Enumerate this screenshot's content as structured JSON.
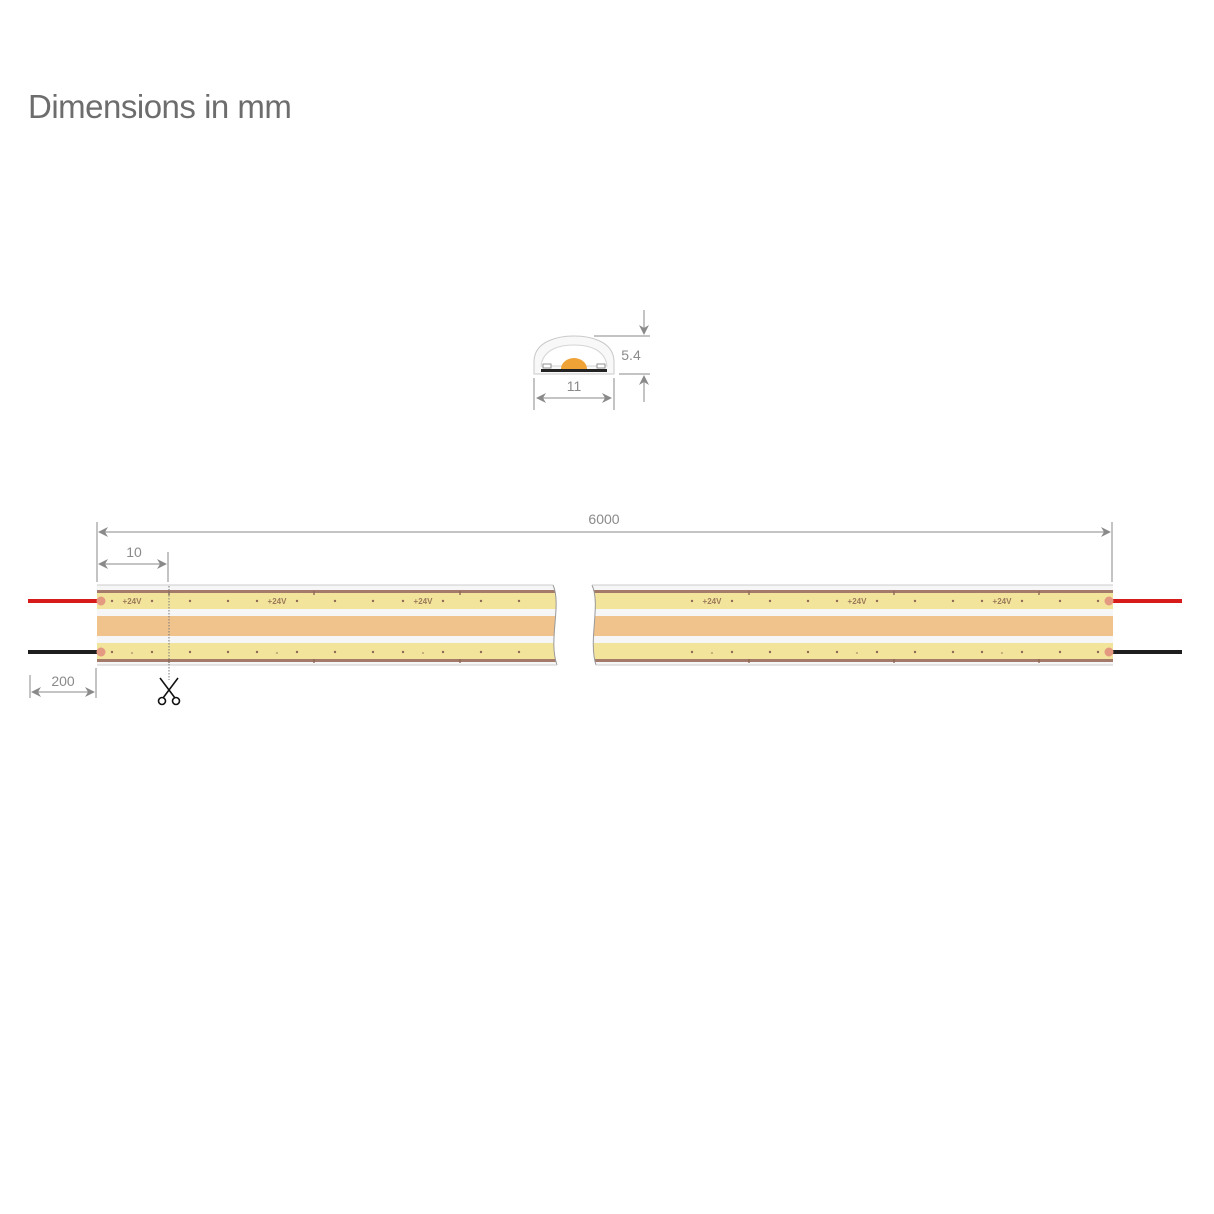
{
  "title": "Dimensions in mm",
  "cross_section": {
    "width": "11",
    "height": "5.4"
  },
  "strip": {
    "total_length": "6000",
    "cut_interval": "10",
    "cable_length": "200",
    "positive_label": "+24V",
    "negative_label": "-"
  },
  "colors": {
    "led_yellow": "#f3e49c",
    "center_orange": "#f1c38c",
    "edge_brown": "#a47a6a",
    "positive_wire": "#d71a1a",
    "negative_wire": "#1e1e1e",
    "dimension_line": "#8a8a8a"
  }
}
